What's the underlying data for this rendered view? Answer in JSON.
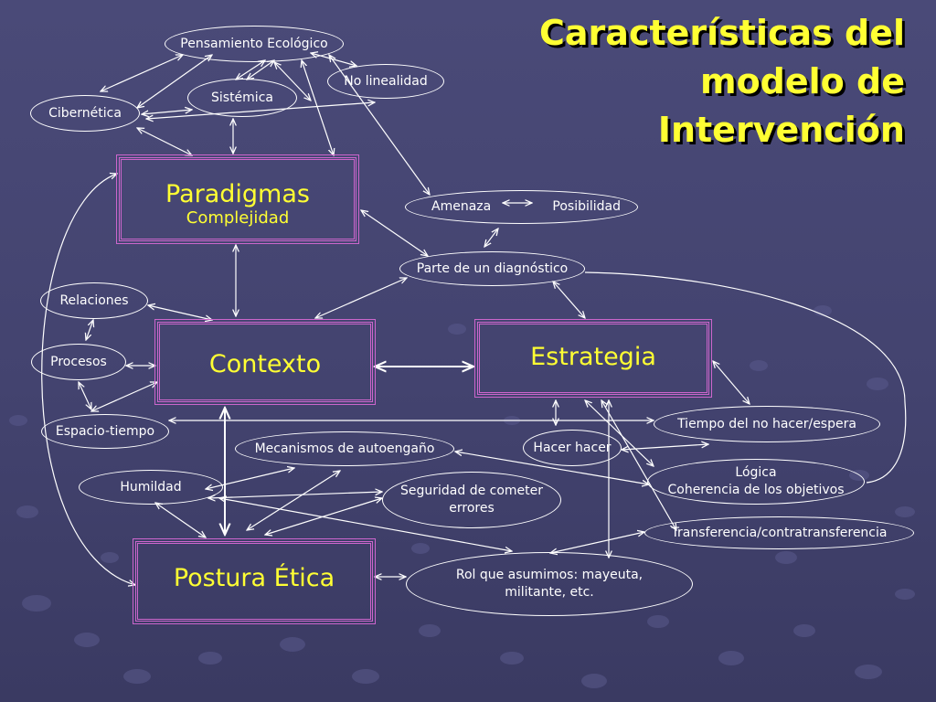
{
  "title": [
    "Características del",
    "modelo de",
    "Intervención"
  ],
  "boxes": {
    "paradigmas": {
      "label": "Paradigmas",
      "sub": "Complejidad"
    },
    "contexto": {
      "label": "Contexto"
    },
    "estrategia": {
      "label": "Estrategia"
    },
    "postura": {
      "label": "Postura Ética"
    }
  },
  "ovals": {
    "pensamiento": "Pensamiento Ecológico",
    "no_linealidad": "No linealidad",
    "sistemica": "Sistémica",
    "cibernetica": "Cibernética",
    "amenaza": "Amenaza",
    "posibilidad": "Posibilidad",
    "diagnostico": "Parte de un diagnóstico",
    "relaciones": "Relaciones",
    "procesos": "Procesos",
    "espacio_tiempo": "Espacio-tiempo",
    "tiempo_no_hacer": "Tiempo del no hacer/espera",
    "mecanismos": "Mecanismos de autoengaño",
    "hacer_hacer": "Hacer hacer",
    "logica": "Lógica",
    "coherencia": "Coherencia de los objetivos",
    "humildad": "Humildad",
    "seguridad_1": "Seguridad de cometer",
    "seguridad_2": "errores",
    "transferencia": "Transferencia/contratransferencia",
    "rol_1": "Rol que asumimos: mayeuta,",
    "rol_2": "militante, etc."
  },
  "colors": {
    "background": "#47477a",
    "title": "#ffff33",
    "box_border": "#cc66cc",
    "lines": "#ffffff"
  }
}
